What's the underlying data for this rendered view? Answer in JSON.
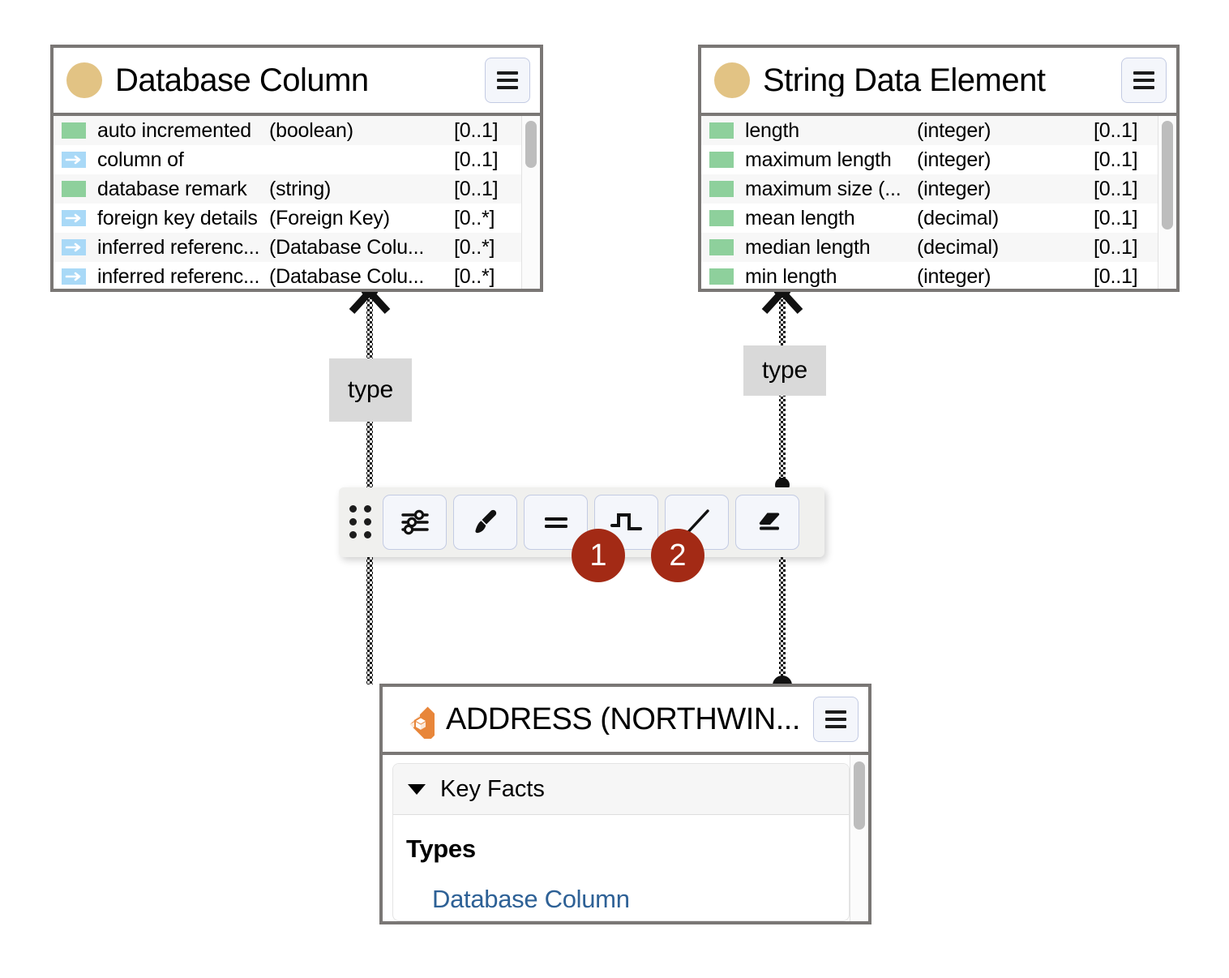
{
  "nodes": {
    "database_column": {
      "title": "Database Column",
      "avatar_color": "#e2c384",
      "menu_label": "☰",
      "rows": [
        {
          "kind": "attr",
          "name": "auto incremented",
          "type": "(boolean)",
          "card": "[0..1]"
        },
        {
          "kind": "rel",
          "name": "column of",
          "type": "",
          "card": "[0..1]"
        },
        {
          "kind": "attr",
          "name": "database remark",
          "type": "(string)",
          "card": "[0..1]"
        },
        {
          "kind": "rel",
          "name": "foreign key details",
          "type": "(Foreign Key)",
          "card": "[0..*]"
        },
        {
          "kind": "rel",
          "name": "inferred referenc...",
          "type": "(Database Colu...",
          "card": "[0..*]"
        },
        {
          "kind": "rel",
          "name": "inferred referenc...",
          "type": "(Database Colu...",
          "card": "[0..*]"
        }
      ]
    },
    "string_data_element": {
      "title": "String Data Element",
      "avatar_color": "#e2c384",
      "menu_label": "☰",
      "rows": [
        {
          "kind": "attr",
          "name": "length",
          "type": "(integer)",
          "card": "[0..1]"
        },
        {
          "kind": "attr",
          "name": "maximum length",
          "type": "(integer)",
          "card": "[0..1]"
        },
        {
          "kind": "attr",
          "name": "maximum size (...",
          "type": "(integer)",
          "card": "[0..1]"
        },
        {
          "kind": "attr",
          "name": "mean length",
          "type": "(decimal)",
          "card": "[0..1]"
        },
        {
          "kind": "attr",
          "name": "median length",
          "type": "(decimal)",
          "card": "[0..1]"
        },
        {
          "kind": "attr",
          "name": "min length",
          "type": "(integer)",
          "card": "[0..1]"
        }
      ]
    },
    "address": {
      "title": "ADDRESS (NORTHWIN...",
      "icon": "database-table-icon",
      "icon_color": "#e8863a",
      "menu_label": "☰",
      "panel": {
        "header": "Key Facts",
        "section_title": "Types",
        "link": "Database Column"
      }
    }
  },
  "edges": [
    {
      "label": "type",
      "from": "address",
      "to": "database-column"
    },
    {
      "label": "type",
      "from": "address",
      "to": "string-data-element"
    }
  ],
  "toolbar": {
    "drag_handle": "drag-handle",
    "buttons": [
      {
        "name": "properties-button",
        "icon": "sliders-icon"
      },
      {
        "name": "style-button",
        "icon": "paintbrush-icon"
      },
      {
        "name": "straight-edge-button",
        "icon": "equals-icon"
      },
      {
        "name": "step-edge-button",
        "icon": "step-line-icon"
      },
      {
        "name": "diagonal-edge-button",
        "icon": "diagonal-line-icon"
      },
      {
        "name": "erase-button",
        "icon": "eraser-icon"
      }
    ]
  },
  "step_badges": [
    {
      "number": "1"
    },
    {
      "number": "2"
    }
  ],
  "colors": {
    "node_border": "#7a7775",
    "attribute_swatch": "#8ed09c",
    "relationship_swatch": "#a9d9f7",
    "badge": "#a32a15",
    "link": "#2e6196",
    "edge_label_bg": "#d9d9d9"
  }
}
